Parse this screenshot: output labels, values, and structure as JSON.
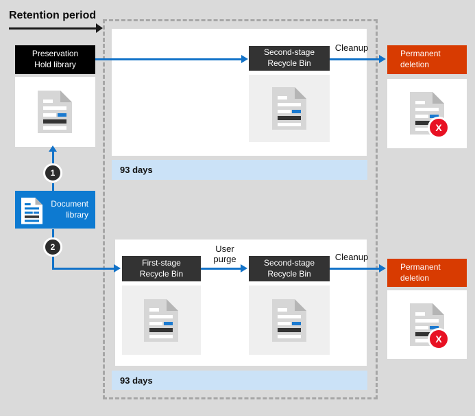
{
  "diagram_title": "Retention period",
  "nodes": {
    "preservation_hold": {
      "line1": "Preservation",
      "line2": "Hold library"
    },
    "document_library": {
      "line1": "Document",
      "line2": "library"
    },
    "second_stage_top": {
      "line1": "Second-stage",
      "line2": "Recycle Bin"
    },
    "first_stage": {
      "line1": "First-stage",
      "line2": "Recycle Bin"
    },
    "second_stage_bottom": {
      "line1": "Second-stage",
      "line2": "Recycle Bin"
    },
    "permanent_deletion_top": {
      "line1": "Permanent",
      "line2": "deletion"
    },
    "permanent_deletion_bottom": {
      "line1": "Permanent",
      "line2": "deletion"
    }
  },
  "annotations": {
    "cleanup_top": "Cleanup",
    "cleanup_bottom": "Cleanup",
    "user_purge_line1": "User",
    "user_purge_line2": "purge",
    "duration_top": "93 days",
    "duration_bottom": "93 days",
    "step1": "1",
    "step2": "2",
    "delete_badge": "X"
  },
  "colors": {
    "background": "#dadada",
    "dashed_border": "#a6a6a6",
    "connector_blue": "#1272c8",
    "library_blue": "#0d7ad1",
    "dark_box": "#333333",
    "black_box": "#000000",
    "deletion_red": "#d83b01",
    "badge_red": "#e81123",
    "duration_bar_blue": "#cbe2f7"
  }
}
